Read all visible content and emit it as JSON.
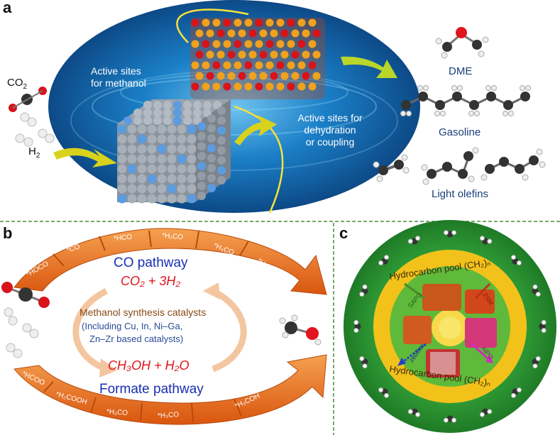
{
  "panel_a": {
    "letter": "a",
    "reactant_co2": "CO",
    "reactant_co2_sub": "2",
    "reactant_h2": "H",
    "reactant_h2_sub": "2",
    "active_methanol_l1": "Active sites",
    "active_methanol_l2": "for methanol",
    "active_dehyd_l1": "Active sites for",
    "active_dehyd_l2": "dehydration",
    "active_dehyd_l3": "or coupling",
    "product_dme": "DME",
    "product_gasoline": "Gasoline",
    "product_olefins": "Light olefins"
  },
  "panel_b": {
    "letter": "b",
    "co_pathway": "CO pathway",
    "formate_pathway": "Formate pathway",
    "reactants": "CO₂ + 3H₂",
    "products": "CH₃OH + H₂O",
    "catalyst_l1": "Methanol synthesis catalysts",
    "catalyst_l2": "(Including Cu, In, Ni–Ga,",
    "catalyst_l3": "Zn–Zr based catalysts)",
    "top_arc": [
      "*HOCO",
      "*CO",
      "*HCO",
      "*H₂CO",
      "*H₃CO",
      "*H₃COH"
    ],
    "bottom_arc": [
      "*HCOO",
      "*H₂COOH",
      "*H₂CO",
      "*H₃CO",
      "*H₃COH"
    ]
  },
  "panel_c": {
    "letter": "c",
    "pool_top": "Hydrocarbon pool (CH₂)ₙ",
    "pool_bottom": "Hydrocarbon pool (CH₂)ₙ",
    "sapo": "SAPO",
    "zsm": "ZSM",
    "zeolites": "zeolites",
    "alpo": "AlPO"
  },
  "colors": {
    "ellipse_blue": "#1a6fb8",
    "arrow_orange": "#e8731a",
    "green_ring": "#3aa23c",
    "yellow_ring": "#f2c21b",
    "red_text": "#e0141e",
    "blue_text": "#1a2fb3"
  }
}
